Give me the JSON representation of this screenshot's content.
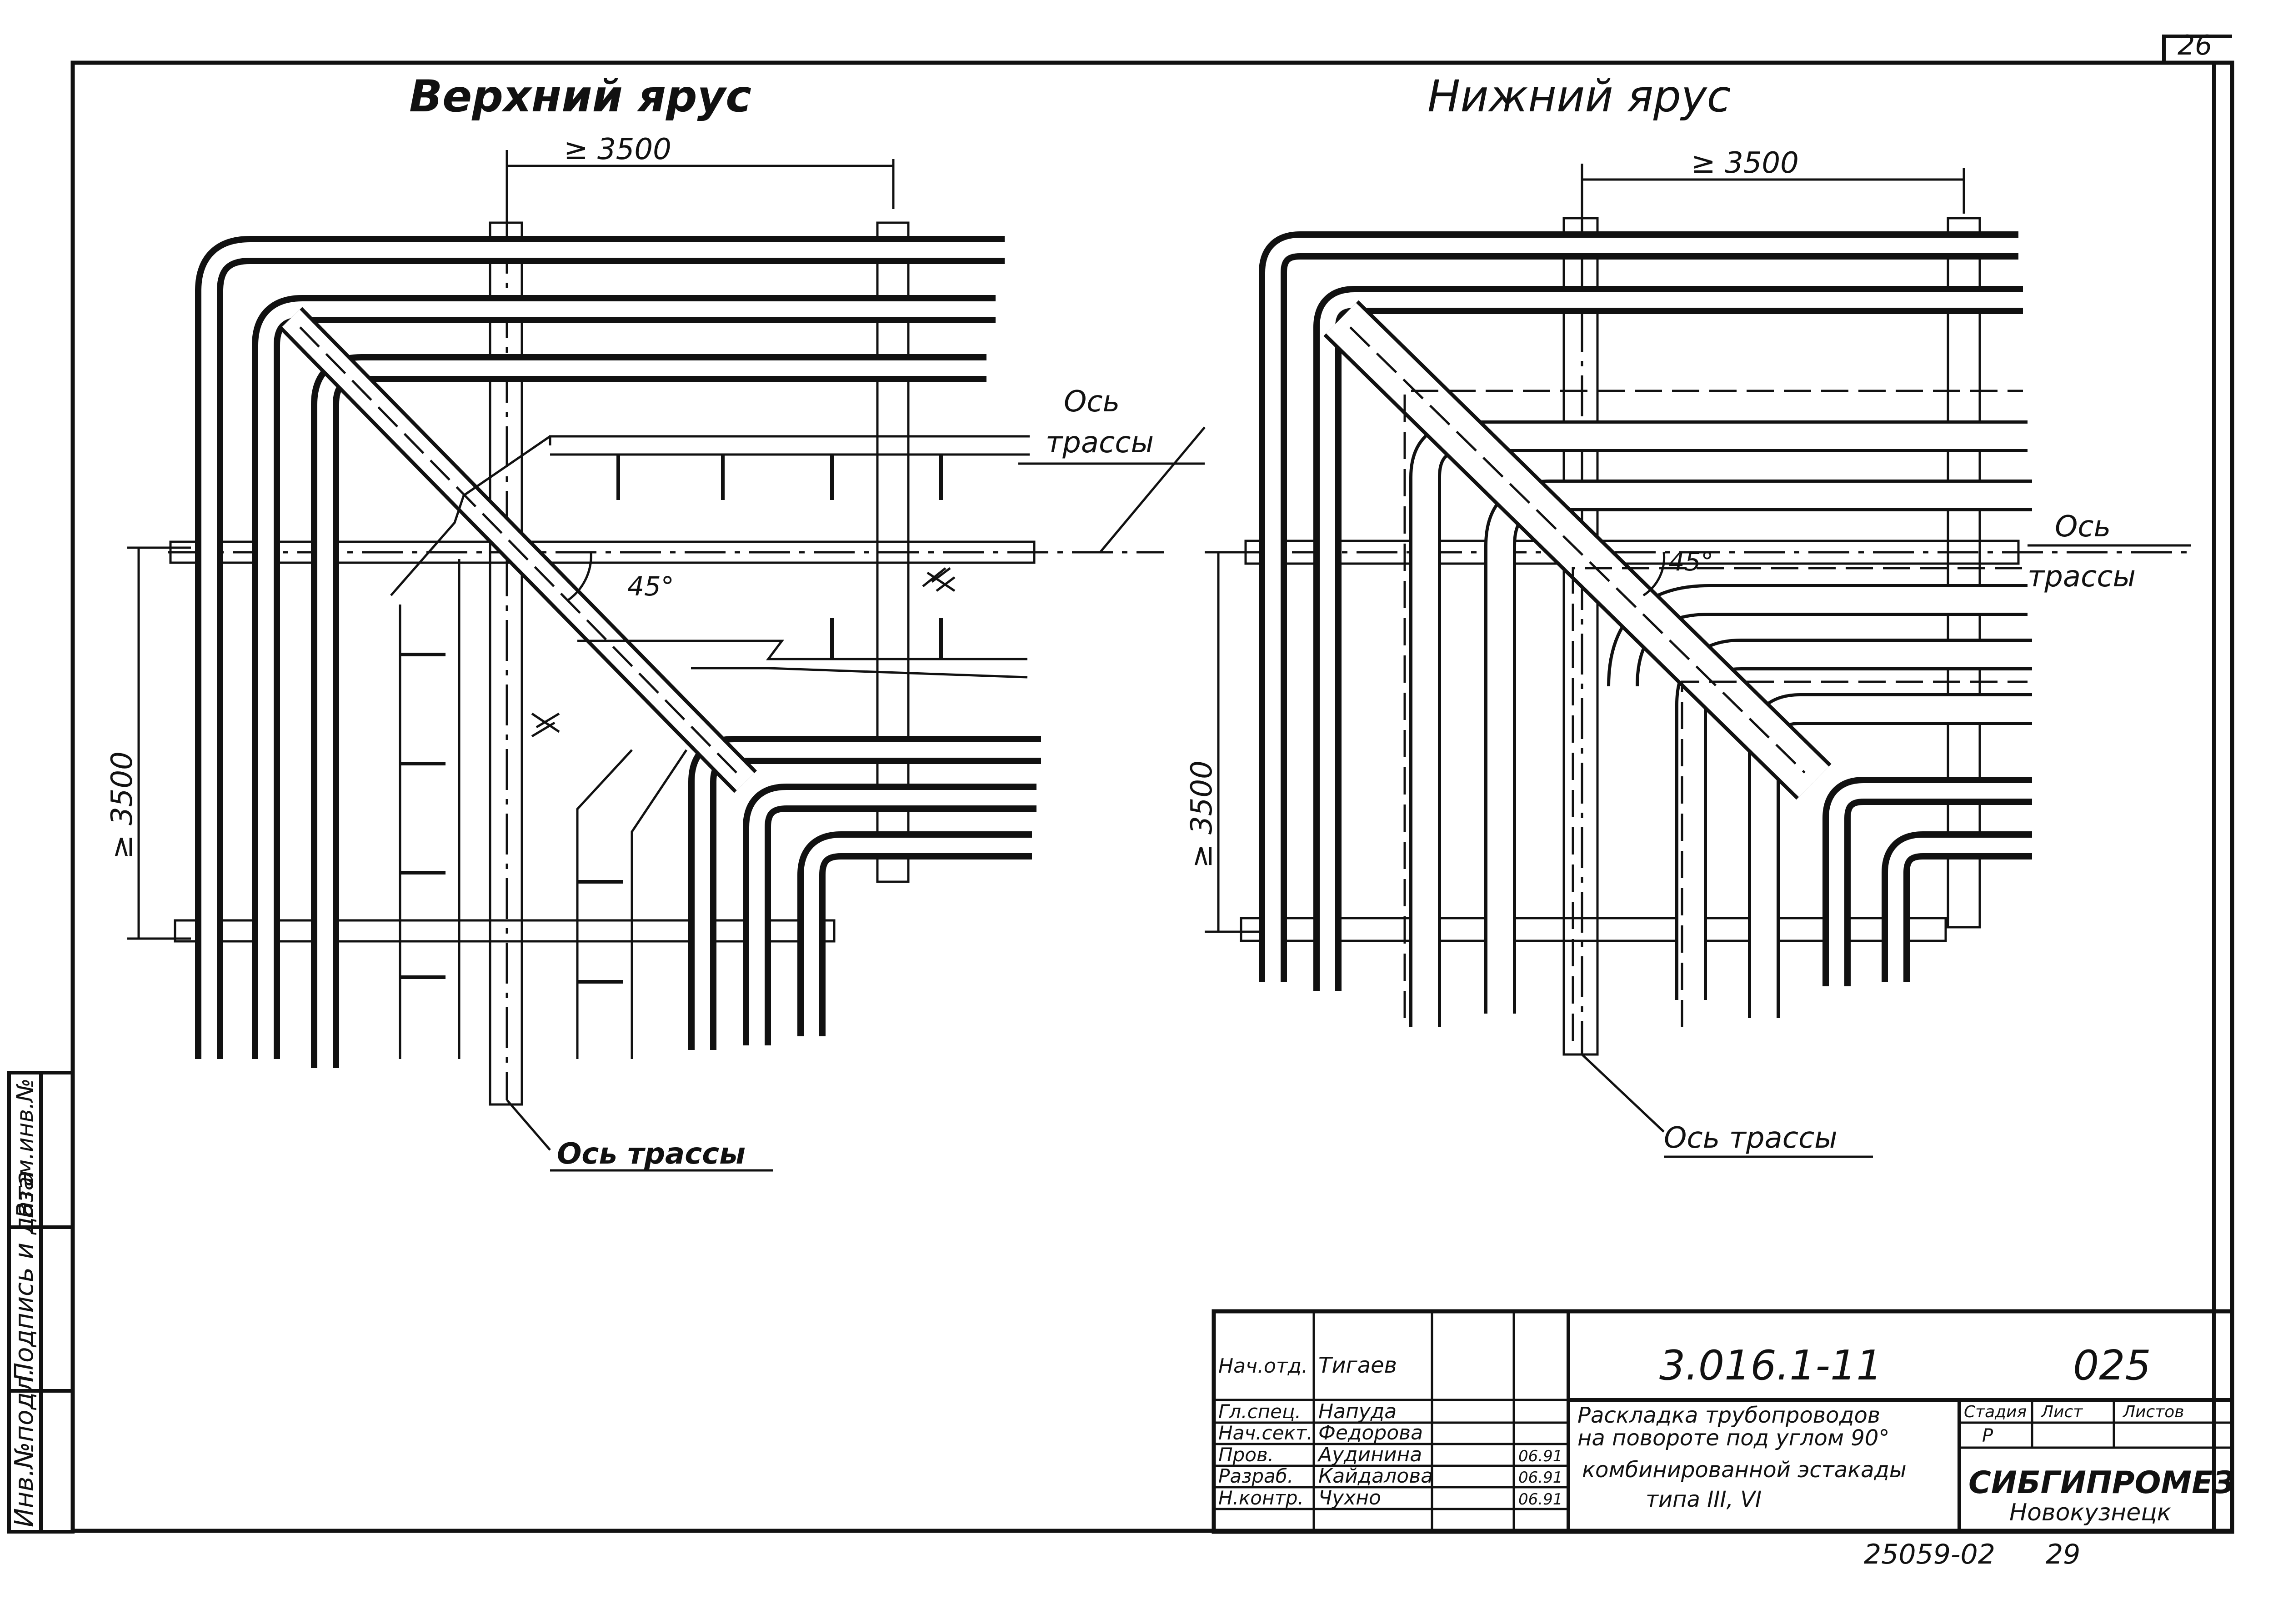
{
  "sheet_number": "26",
  "views": {
    "upper": {
      "title": "Верхний ярус",
      "dim_top": "≥ 3500",
      "dim_left": "≥ 3500",
      "angle": "45°",
      "axis_right": [
        "Ось",
        "трассы"
      ],
      "axis_bottom": "Ось трассы"
    },
    "lower": {
      "title": "Нижний ярус",
      "dim_top": "≥ 3500",
      "dim_left": "≥ 3500",
      "angle": "45°",
      "axis_right": [
        "Ось",
        "трассы"
      ],
      "axis_bottom": "Ось трассы"
    }
  },
  "side_stamp": {
    "inv_no": "Инв.№подл.",
    "sign_date": "Подпись и дата",
    "replace_inv": "Взам.инв.№"
  },
  "title_block": {
    "designation": "3.016.1-11",
    "code": "025",
    "rows": [
      {
        "role": "Нач.отд.",
        "name": "Тигаев",
        "sign": "",
        "date": ""
      },
      {
        "role": "Гл.спец.",
        "name": "Напуда",
        "sign": "",
        "date": ""
      },
      {
        "role": "Нач.сект.",
        "name": "Федорова",
        "sign": "",
        "date": ""
      },
      {
        "role": "Пров.",
        "name": "Аудинина",
        "sign": "",
        "date": "06.91"
      },
      {
        "role": "Разраб.",
        "name": "Кайдалова",
        "sign": "",
        "date": "06.91"
      },
      {
        "role": "Н.контр.",
        "name": "Чухно",
        "sign": "",
        "date": "06.91"
      }
    ],
    "description": [
      "Раскладка трубопроводов",
      "на повороте под углом 90°",
      "комбинированной эстакады",
      "типа III, VI"
    ],
    "stage_label": "Стадия",
    "sheet_label": "Лист",
    "sheets_label": "Листов",
    "stage_value": "Р",
    "org_name": "СИБГИПРОМЕЗ",
    "org_city": "Новокузнецк"
  },
  "footer": {
    "archive_no": "25059-02",
    "page": "29"
  }
}
